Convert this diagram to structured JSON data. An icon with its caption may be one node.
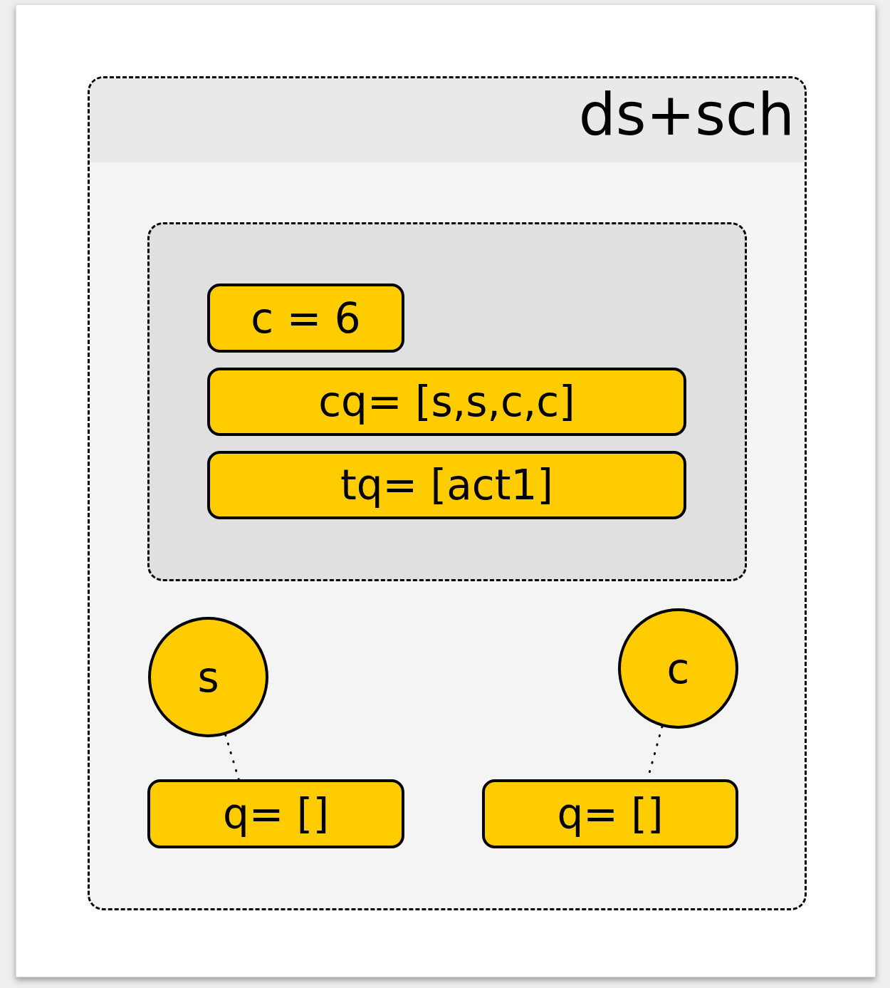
{
  "diagram": {
    "nodes": [
      {
        "text": [
          "ds+sch"
        ]
      },
      {
        "text": [],
        "shape": "box",
        "in": 0
      },
      {
        "text": [
          "c = 6"
        ],
        "in": 1
      },
      {
        "text": [
          "cq= [s,s,c,c]"
        ],
        "in": 1
      },
      {
        "text": [
          "tq= [act1]"
        ],
        "in": 1
      },
      {
        "text": [
          "s"
        ],
        "in": 0
      },
      {
        "text": [
          "c"
        ],
        "in": 0
      },
      {
        "text": [
          "q= []"
        ],
        "in": 0
      },
      {
        "text": [
          "q= []"
        ],
        "in": 0
      }
    ],
    "edges": [
      {
        "from": 5,
        "to": 7,
        "arrow": "none",
        "style": "dashed"
      },
      {
        "from": 6,
        "to": 8,
        "arrow": "none",
        "style": "dashed"
      }
    ]
  }
}
